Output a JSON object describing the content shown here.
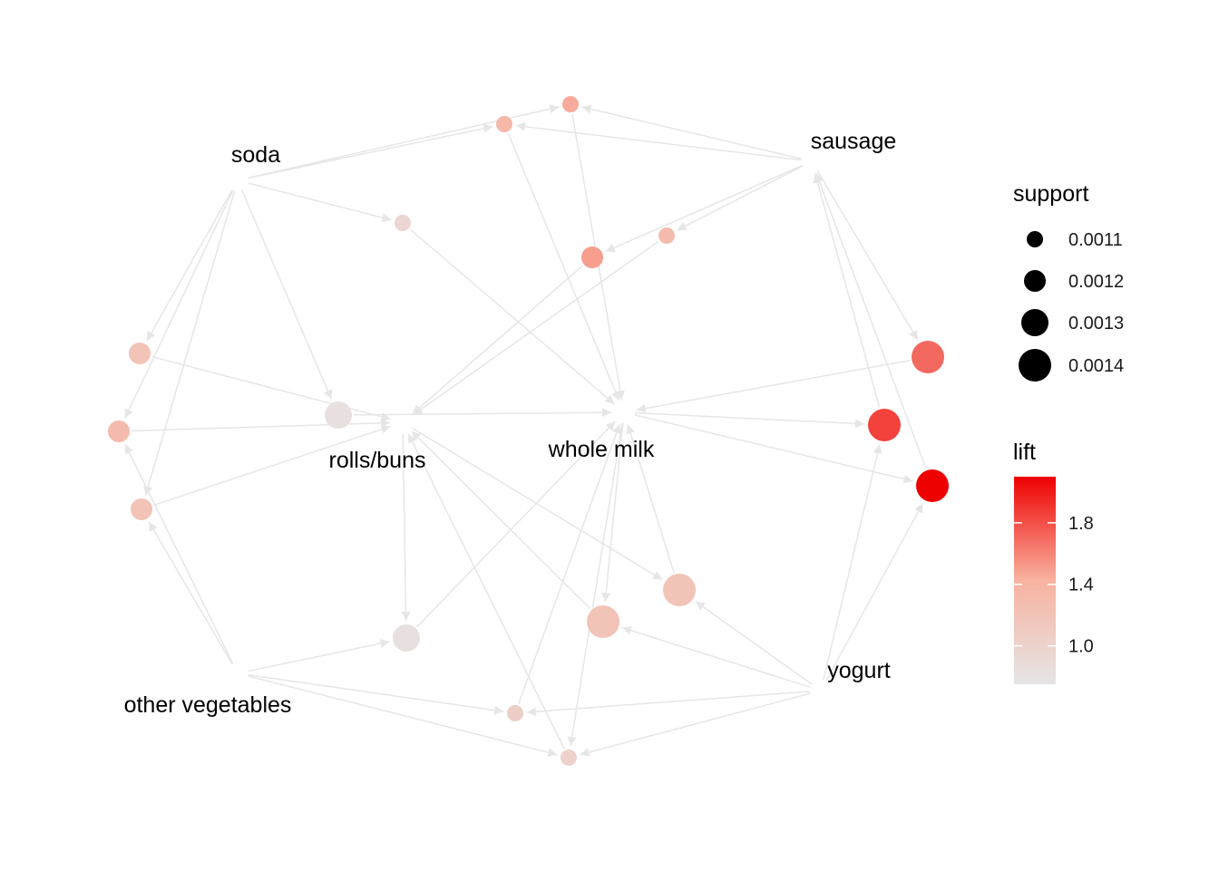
{
  "colors": {
    "edge": "#e6e6e6",
    "lift_low": "#e5e5e5",
    "lift_mid": "#f8b2a0",
    "lift_high": "#ee0000"
  },
  "items": [
    {
      "id": "soda",
      "label": "soda"
    },
    {
      "id": "sausage",
      "label": "sausage"
    },
    {
      "id": "rolls_buns",
      "label": "rolls/buns"
    },
    {
      "id": "whole_milk",
      "label": "whole milk"
    },
    {
      "id": "other_vegetables",
      "label": "other vegetables"
    },
    {
      "id": "yogurt",
      "label": "yogurt"
    }
  ],
  "rules": [
    {
      "id": "r1",
      "support": 0.0011,
      "lift": 1.45,
      "lhs": [
        "soda",
        "sausage"
      ],
      "rhs": "whole_milk"
    },
    {
      "id": "r2",
      "support": 0.0011,
      "lift": 1.35,
      "lhs": [
        "soda",
        "sausage"
      ],
      "rhs": "whole_milk"
    },
    {
      "id": "r3",
      "support": 0.001,
      "lift": 0.95,
      "lhs": [
        "soda"
      ],
      "rhs": "whole_milk"
    },
    {
      "id": "r4",
      "support": 0.0011,
      "lift": 1.3,
      "lhs": [
        "sausage"
      ],
      "rhs": "rolls_buns"
    },
    {
      "id": "r5",
      "support": 0.0012,
      "lift": 1.5,
      "lhs": [
        "sausage"
      ],
      "rhs": "rolls_buns"
    },
    {
      "id": "r6",
      "support": 0.0012,
      "lift": 1.2,
      "lhs": [
        "soda"
      ],
      "rhs": "rolls_buns"
    },
    {
      "id": "r7",
      "support": 0.0012,
      "lift": 1.3,
      "lhs": [
        "soda",
        "other_vegetables"
      ],
      "rhs": "rolls_buns"
    },
    {
      "id": "r8",
      "support": 0.0012,
      "lift": 1.2,
      "lhs": [
        "soda",
        "other_vegetables"
      ],
      "rhs": "rolls_buns"
    },
    {
      "id": "r9",
      "support": 0.0013,
      "lift": 0.82,
      "lhs": [
        "soda"
      ],
      "rhs": "whole_milk"
    },
    {
      "id": "r10",
      "support": 0.0014,
      "lift": 1.7,
      "lhs": [
        "sausage"
      ],
      "rhs": "whole_milk"
    },
    {
      "id": "r11",
      "support": 0.0014,
      "lift": 1.85,
      "lhs": [
        "whole_milk",
        "yogurt"
      ],
      "rhs": "sausage"
    },
    {
      "id": "r12",
      "support": 0.0014,
      "lift": 2.1,
      "lhs": [
        "whole_milk",
        "yogurt"
      ],
      "rhs": "sausage"
    },
    {
      "id": "r13",
      "support": 0.0014,
      "lift": 1.2,
      "lhs": [
        "rolls_buns",
        "yogurt"
      ],
      "rhs": "whole_milk"
    },
    {
      "id": "r14",
      "support": 0.0014,
      "lift": 1.2,
      "lhs": [
        "whole_milk",
        "yogurt"
      ],
      "rhs": "rolls_buns"
    },
    {
      "id": "r15",
      "support": 0.0013,
      "lift": 0.82,
      "lhs": [
        "other_vegetables",
        "rolls_buns"
      ],
      "rhs": "whole_milk"
    },
    {
      "id": "r16",
      "support": 0.0011,
      "lift": 1.05,
      "lhs": [
        "other_vegetables",
        "yogurt"
      ],
      "rhs": "whole_milk"
    },
    {
      "id": "r17",
      "support": 0.0011,
      "lift": 1.0,
      "lhs": [
        "other_vegetables",
        "yogurt",
        "whole_milk"
      ],
      "rhs": "rolls_buns"
    }
  ],
  "legend": {
    "support": {
      "title": "support",
      "entries": [
        {
          "label": "0.0011",
          "value": 0.0011
        },
        {
          "label": "0.0012",
          "value": 0.0012
        },
        {
          "label": "0.0013",
          "value": 0.0013
        },
        {
          "label": "0.0014",
          "value": 0.0014
        }
      ]
    },
    "lift": {
      "title": "lift",
      "range": [
        0.75,
        2.1
      ],
      "ticks": [
        {
          "label": "1.8",
          "value": 1.8
        },
        {
          "label": "1.4",
          "value": 1.4
        },
        {
          "label": "1.0",
          "value": 1.0
        }
      ]
    }
  }
}
